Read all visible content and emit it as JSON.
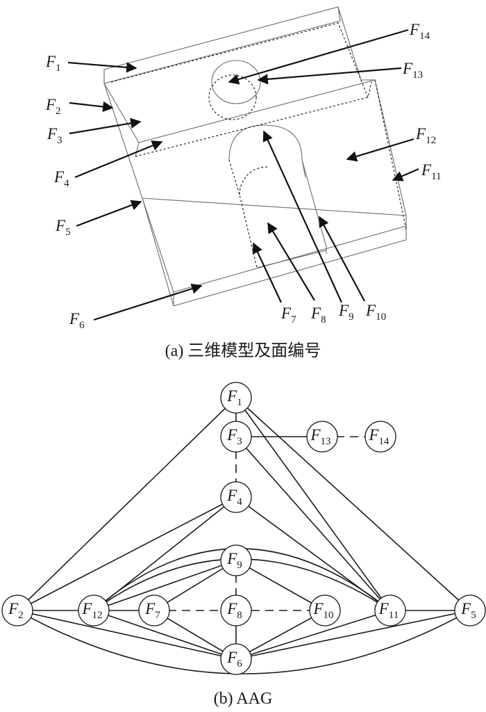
{
  "part_a": {
    "caption": "(a)  三维模型及面编号",
    "face_labels": [
      {
        "id": "F1",
        "base": "F",
        "sub": "1"
      },
      {
        "id": "F2",
        "base": "F",
        "sub": "2"
      },
      {
        "id": "F3",
        "base": "F",
        "sub": "3"
      },
      {
        "id": "F4",
        "base": "F",
        "sub": "4"
      },
      {
        "id": "F5",
        "base": "F",
        "sub": "5"
      },
      {
        "id": "F6",
        "base": "F",
        "sub": "6"
      },
      {
        "id": "F7",
        "base": "F",
        "sub": "7"
      },
      {
        "id": "F8",
        "base": "F",
        "sub": "8"
      },
      {
        "id": "F9",
        "base": "F",
        "sub": "9"
      },
      {
        "id": "F10",
        "base": "F",
        "sub": "10"
      },
      {
        "id": "F11",
        "base": "F",
        "sub": "11"
      },
      {
        "id": "F12",
        "base": "F",
        "sub": "12"
      },
      {
        "id": "F13",
        "base": "F",
        "sub": "13"
      },
      {
        "id": "F14",
        "base": "F",
        "sub": "14"
      }
    ]
  },
  "part_b": {
    "caption": "(b)  AAG",
    "nodes": [
      {
        "id": "F1",
        "base": "F",
        "sub": "1"
      },
      {
        "id": "F3",
        "base": "F",
        "sub": "3"
      },
      {
        "id": "F13",
        "base": "F",
        "sub": "13"
      },
      {
        "id": "F14",
        "base": "F",
        "sub": "14"
      },
      {
        "id": "F4",
        "base": "F",
        "sub": "4"
      },
      {
        "id": "F9",
        "base": "F",
        "sub": "9"
      },
      {
        "id": "F2",
        "base": "F",
        "sub": "2"
      },
      {
        "id": "F12",
        "base": "F",
        "sub": "12"
      },
      {
        "id": "F7",
        "base": "F",
        "sub": "7"
      },
      {
        "id": "F8",
        "base": "F",
        "sub": "8"
      },
      {
        "id": "F10",
        "base": "F",
        "sub": "10"
      },
      {
        "id": "F11",
        "base": "F",
        "sub": "11"
      },
      {
        "id": "F5",
        "base": "F",
        "sub": "5"
      },
      {
        "id": "F6",
        "base": "F",
        "sub": "6"
      }
    ]
  }
}
